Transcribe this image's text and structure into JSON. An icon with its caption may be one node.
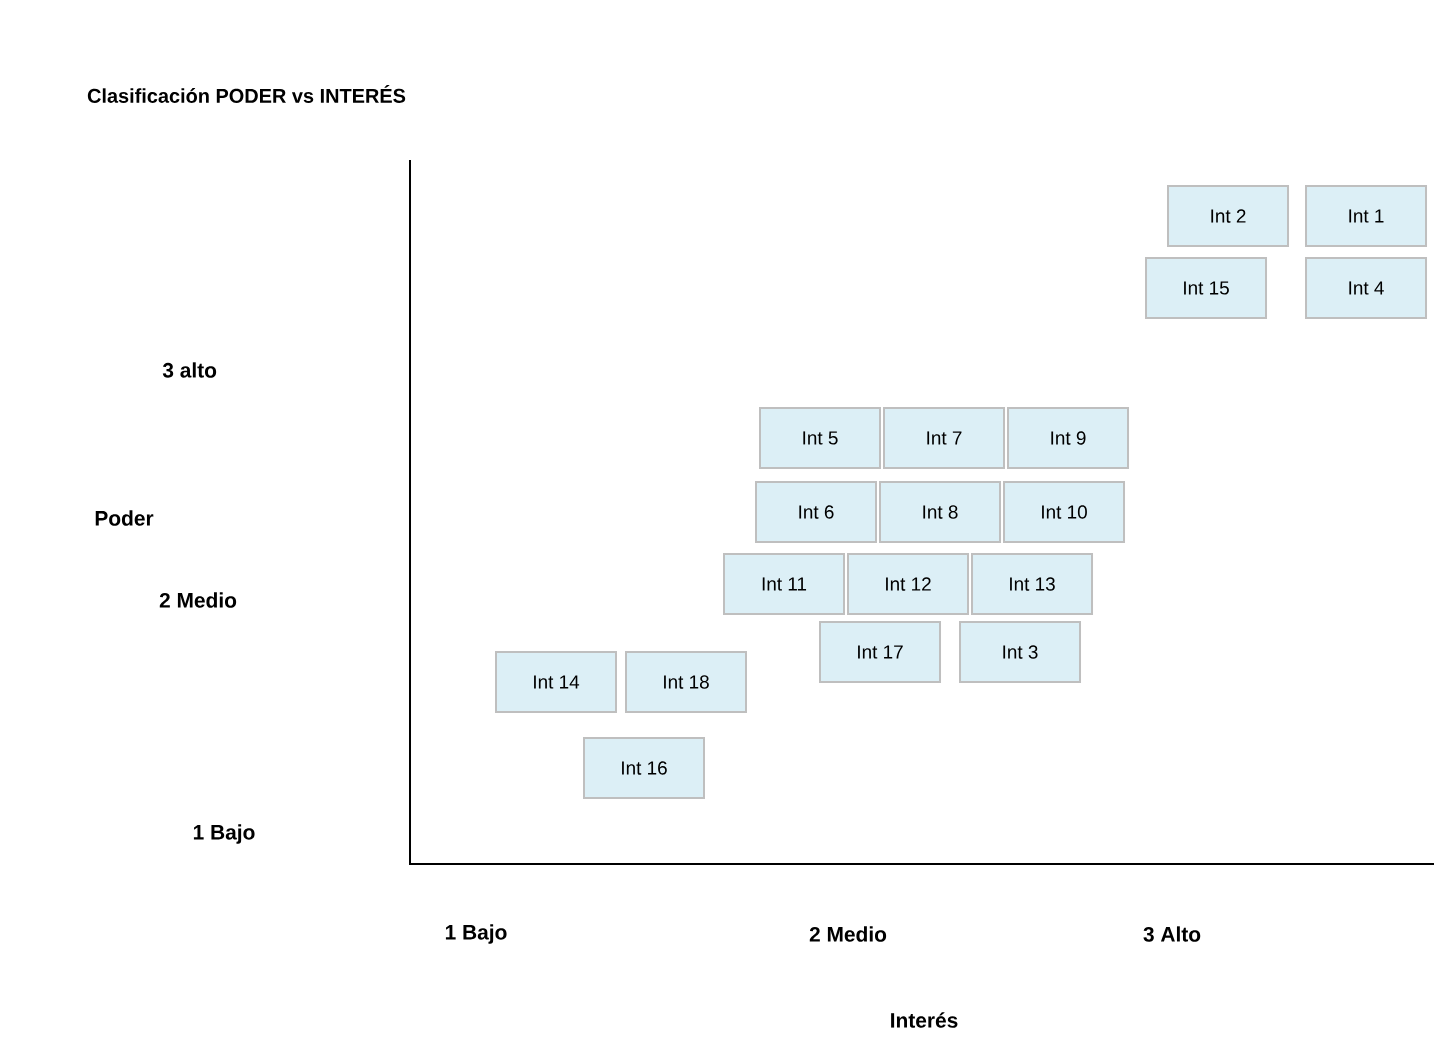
{
  "diagram": {
    "title": "Clasificación PODER vs INTERÉS",
    "nodes": [
      {
        "text": [
          "Int 2"
        ]
      },
      {
        "text": [
          "Int 1"
        ]
      },
      {
        "text": [
          "Int 15"
        ]
      },
      {
        "text": [
          "Int 4"
        ]
      },
      {
        "text": [
          "Int 5"
        ]
      },
      {
        "text": [
          "Int 7"
        ]
      },
      {
        "text": [
          "Int 9"
        ]
      },
      {
        "text": [
          "Int 6"
        ]
      },
      {
        "text": [
          "Int 8"
        ]
      },
      {
        "text": [
          "Int 10"
        ]
      },
      {
        "text": [
          "Int 11"
        ]
      },
      {
        "text": [
          "Int 12"
        ]
      },
      {
        "text": [
          "Int 13"
        ]
      },
      {
        "text": [
          "Int 17"
        ]
      },
      {
        "text": [
          "Int 3"
        ]
      },
      {
        "text": [
          "Int 14"
        ]
      },
      {
        "text": [
          "Int 18"
        ]
      },
      {
        "text": [
          "Int 16"
        ]
      }
    ],
    "labels": [
      "3 alto",
      "Poder",
      "2 Medio",
      "1 Bajo",
      "1 Bajo",
      "2 Medio",
      "3 Alto",
      "Interés"
    ]
  }
}
